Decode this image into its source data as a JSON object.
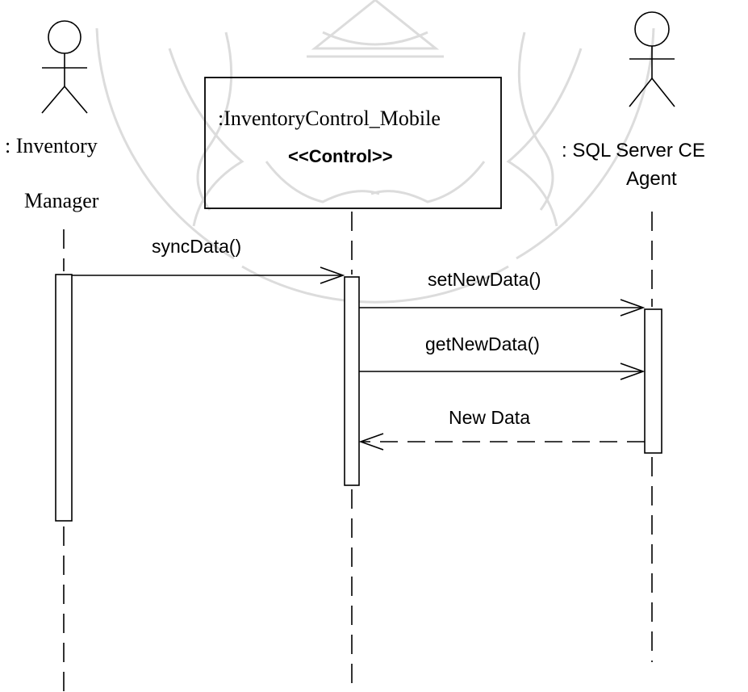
{
  "actors": [
    {
      "id": "inventory-manager",
      "line1": ": Inventory",
      "line2": "Manager"
    },
    {
      "id": "sql-server-ce-agent",
      "line1": ": SQL Server CE",
      "line2": "Agent"
    }
  ],
  "control_object": {
    "name": ":InventoryControl_Mobile",
    "stereotype": "<<Control>>"
  },
  "messages": [
    {
      "label": "syncData()",
      "from": "inventory-manager",
      "to": "control",
      "kind": "call"
    },
    {
      "label": "setNewData()",
      "from": "control",
      "to": "sql-server-ce-agent",
      "kind": "call"
    },
    {
      "label": "getNewData()",
      "from": "control",
      "to": "sql-server-ce-agent",
      "kind": "call"
    },
    {
      "label": "New Data",
      "from": "sql-server-ce-agent",
      "to": "control",
      "kind": "return"
    }
  ],
  "colors": {
    "ink": "#000000",
    "watermark": "#d9d9d9",
    "background": "#ffffff"
  }
}
